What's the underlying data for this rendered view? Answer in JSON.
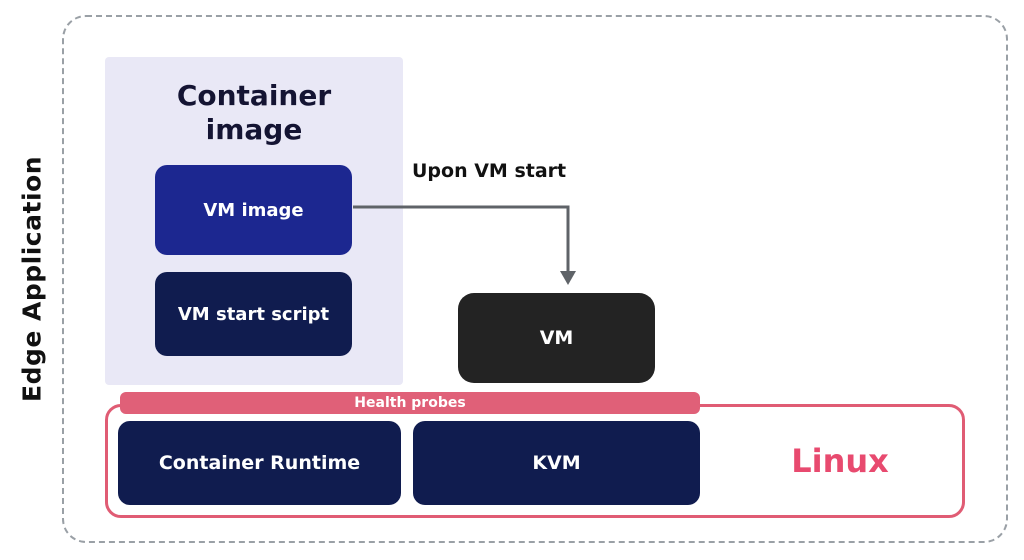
{
  "diagram": {
    "edge_application_label": "Edge Application",
    "container_image": {
      "title": "Container image",
      "vm_image": "VM image",
      "vm_start_script": "VM start script"
    },
    "arrow": {
      "label": "Upon VM start"
    },
    "vm": {
      "label": "VM"
    },
    "health_probes": {
      "label": "Health probes"
    },
    "linux": {
      "label": "Linux",
      "container_runtime": "Container Runtime",
      "kvm": "KVM"
    },
    "colors": {
      "vm_image_blue": "#1c2790",
      "navy": "#101c4f",
      "vm_black": "#232323",
      "lavender": "#e9e8f6",
      "health_probe_pink": "#e06078",
      "linux_border_pink": "#e05c74",
      "linux_text_pink": "#e84a6f",
      "dashed_border_gray": "#9aa0a6",
      "arrow_gray": "#5f6368"
    }
  }
}
